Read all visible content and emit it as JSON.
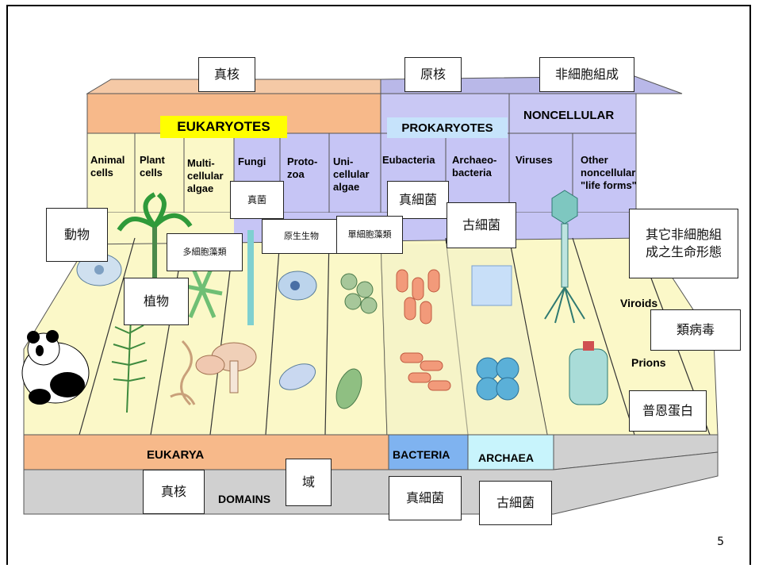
{
  "page_number": "5",
  "header": {
    "eukaryotes_band": "EUKARYOTES",
    "prokaryotes_band": "PROKARYOTES",
    "noncellular_band": "NONCELLULAR"
  },
  "columns": [
    {
      "key": "animal",
      "lines": [
        "Animal",
        "cells"
      ]
    },
    {
      "key": "plant",
      "lines": [
        "Plant",
        "cells"
      ]
    },
    {
      "key": "multicellular",
      "lines": [
        "Multi-",
        "cellular",
        "algae"
      ]
    },
    {
      "key": "fungi",
      "lines": [
        "Fungi"
      ]
    },
    {
      "key": "protozoa",
      "lines": [
        "Proto-",
        "zoa"
      ]
    },
    {
      "key": "unicellular",
      "lines": [
        "Uni-",
        "cellular",
        "algae"
      ]
    },
    {
      "key": "eubacteria",
      "lines": [
        "Eubacteria"
      ]
    },
    {
      "key": "archaebacteria",
      "lines": [
        "Archaeo-",
        "bacteria"
      ]
    },
    {
      "key": "viruses",
      "lines": [
        "Viruses"
      ]
    },
    {
      "key": "other",
      "lines": [
        "Other",
        "noncellular",
        "\"life forms\""
      ]
    }
  ],
  "side_labels": {
    "viroids": "Viroids",
    "prions": "Prions"
  },
  "domains": {
    "eukarya": "EUKARYA",
    "bacteria": "BACTERIA",
    "archaea": "ARCHAEA",
    "domains_label": "DOMAINS"
  },
  "highlights": {
    "eukaryotes": "EUKARYOTES",
    "prokaryotes": "PROKARYOTES"
  },
  "annotations": {
    "zhenhe_top": "真核",
    "yuanhe_top": "原核",
    "noncellular_top": "非細胞組成",
    "fungi_cn": "真菌",
    "eubacteria_cn": "真細菌",
    "archaea_cn": "古細菌",
    "animal_cn": "動物",
    "multicellular_cn": "多細胞藻類",
    "protozoa_cn": "原生生物",
    "unicellular_cn": "單細胞藻類",
    "other_cn": "其它非細胞組成之生命形態",
    "plant_cn": "植物",
    "viroid_cn": "類病毒",
    "prion_cn": "普恩蛋白",
    "eukarya_cn": "真核",
    "domain_cn": "域",
    "bacteria_cn": "真細菌",
    "archaea_bottom_cn": "古細菌"
  },
  "colors": {
    "eukaryote_band": "#f7b98a",
    "prokaryote_band": "#c9c8f4",
    "lavender_panel": "#c6c5f5",
    "cream_panel": "#fbf8c8",
    "bacteria_blue": "#7fb3f0",
    "archaea_cyan": "#c8f4fc",
    "gray_base": "#d0d0d0",
    "highlight_yellow": "#ffff00"
  }
}
